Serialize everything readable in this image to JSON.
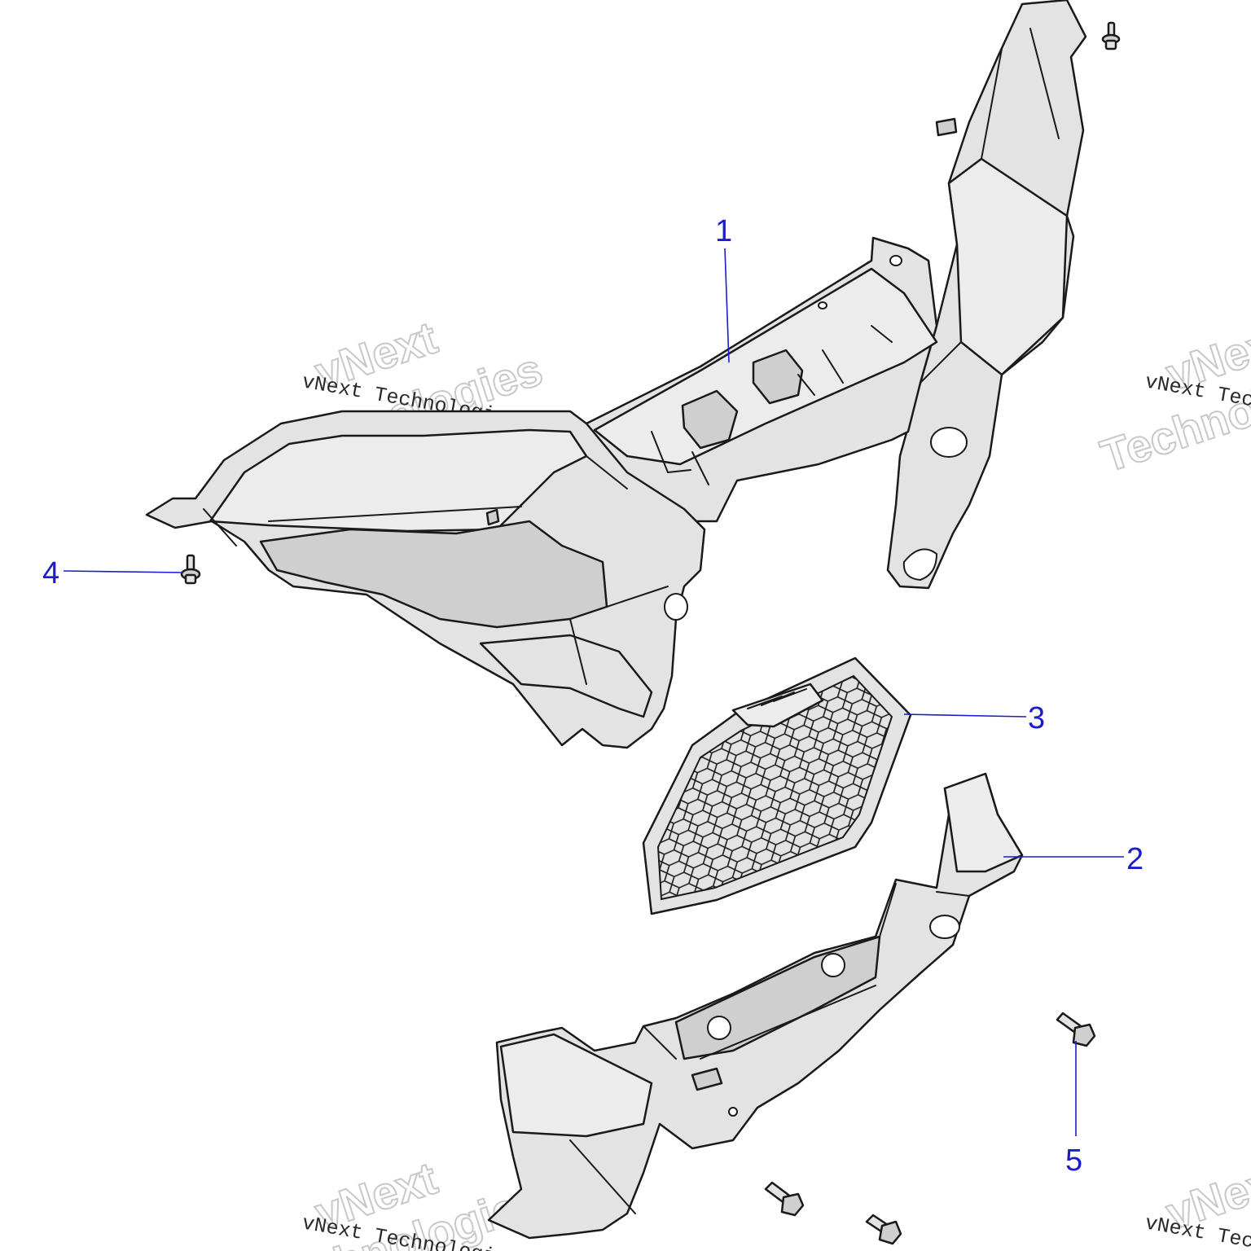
{
  "callouts": [
    {
      "id": "1",
      "label": "1"
    },
    {
      "id": "2",
      "label": "2"
    },
    {
      "id": "3",
      "label": "3"
    },
    {
      "id": "4",
      "label": "4"
    },
    {
      "id": "5",
      "label": "5"
    }
  ],
  "watermark": {
    "caption": "vNext Technologies",
    "big_line1": "vNext",
    "big_line2": "Technologies"
  },
  "colors": {
    "callout": "#1c1ccc",
    "part_fill": "#e3e3e3",
    "outline": "#1a1a1a"
  }
}
